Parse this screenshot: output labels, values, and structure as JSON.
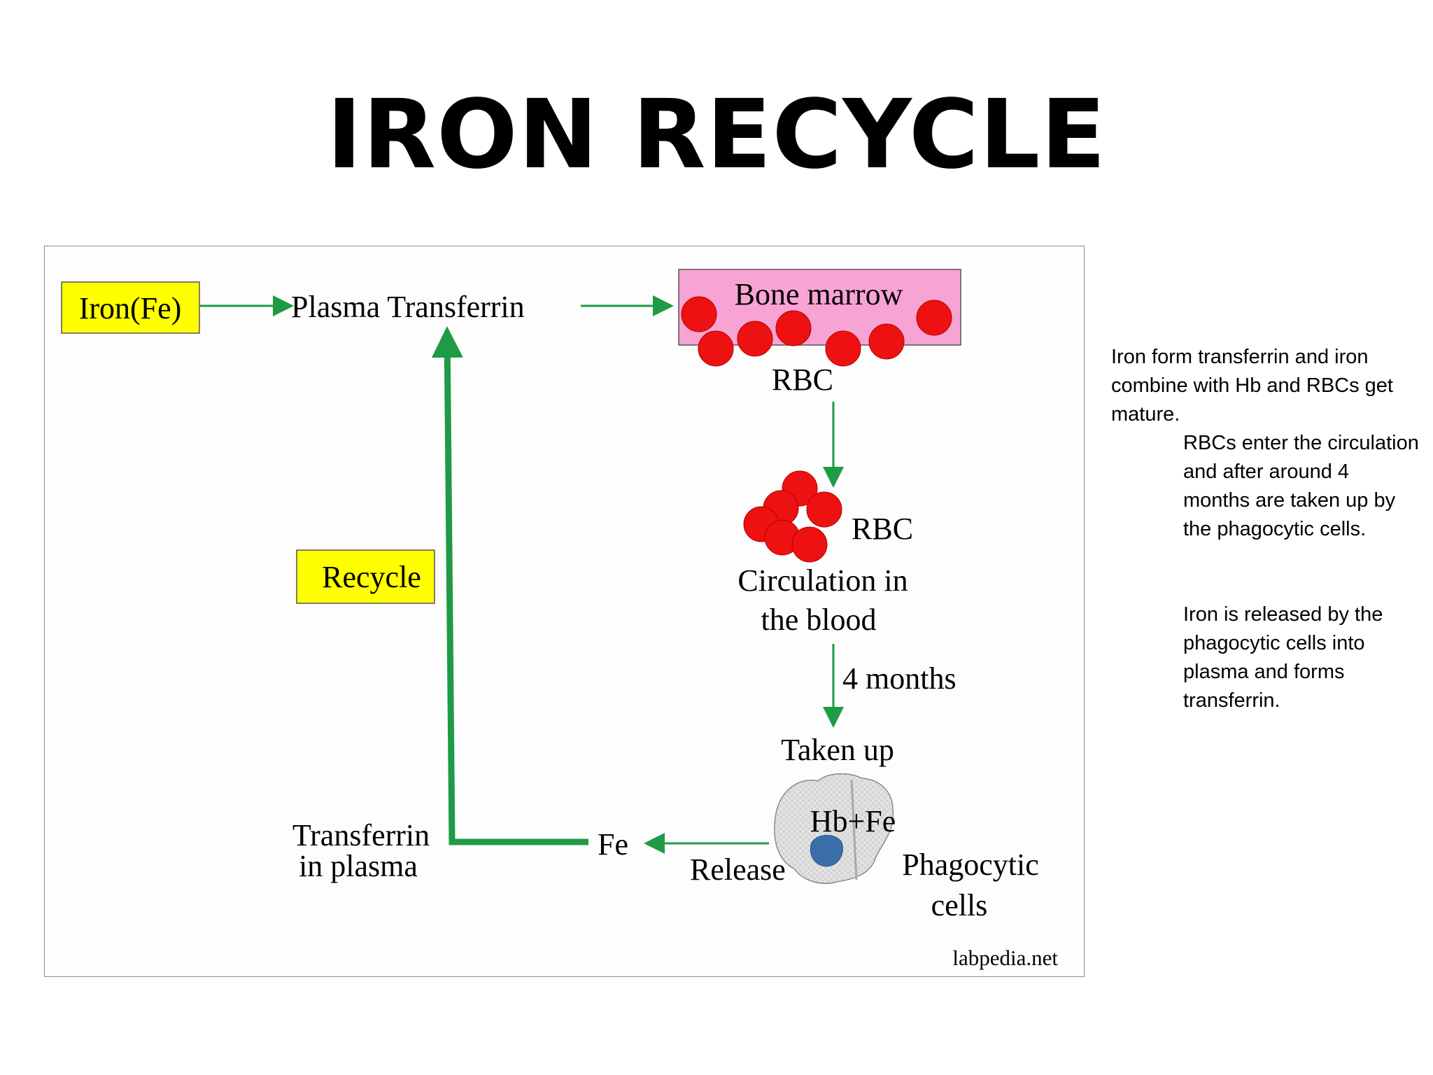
{
  "title": "IRON RECYCLE",
  "diagram": {
    "iron_label": "Iron(Fe)",
    "plasma_transferrin": "Plasma Transferrin",
    "bone_marrow": "Bone marrow",
    "rbc_marrow": "RBC",
    "rbc_circulation": "RBC",
    "circulation_line1": "Circulation in",
    "circulation_line2": "the blood",
    "four_months": "4 months",
    "taken_up": "Taken up",
    "hb_fe": "Hb+Fe",
    "phagocytic_line1": "Phagocytic",
    "phagocytic_line2": "cells",
    "release": "Release",
    "fe": "Fe",
    "transferrin_line1": "Transferrin",
    "transferrin_line2": "in plasma",
    "recycle": "Recycle",
    "watermark": "labpedia.net",
    "colors": {
      "arrow": "#1f9a45",
      "highlight_box": "#ffff00",
      "bone_marrow_box": "#f7a3d3",
      "rbc": "#ee1111",
      "cell_body": "#cfcfcf",
      "nucleus": "#3a6faa"
    }
  },
  "notes": {
    "p1": "Iron form transferrin and iron combine with Hb and RBCs get mature.",
    "p2": "RBCs enter the circulation and after around 4 months are taken up by the phagocytic cells.",
    "p3": "Iron is released by the phagocytic cells into plasma and forms transferrin."
  }
}
